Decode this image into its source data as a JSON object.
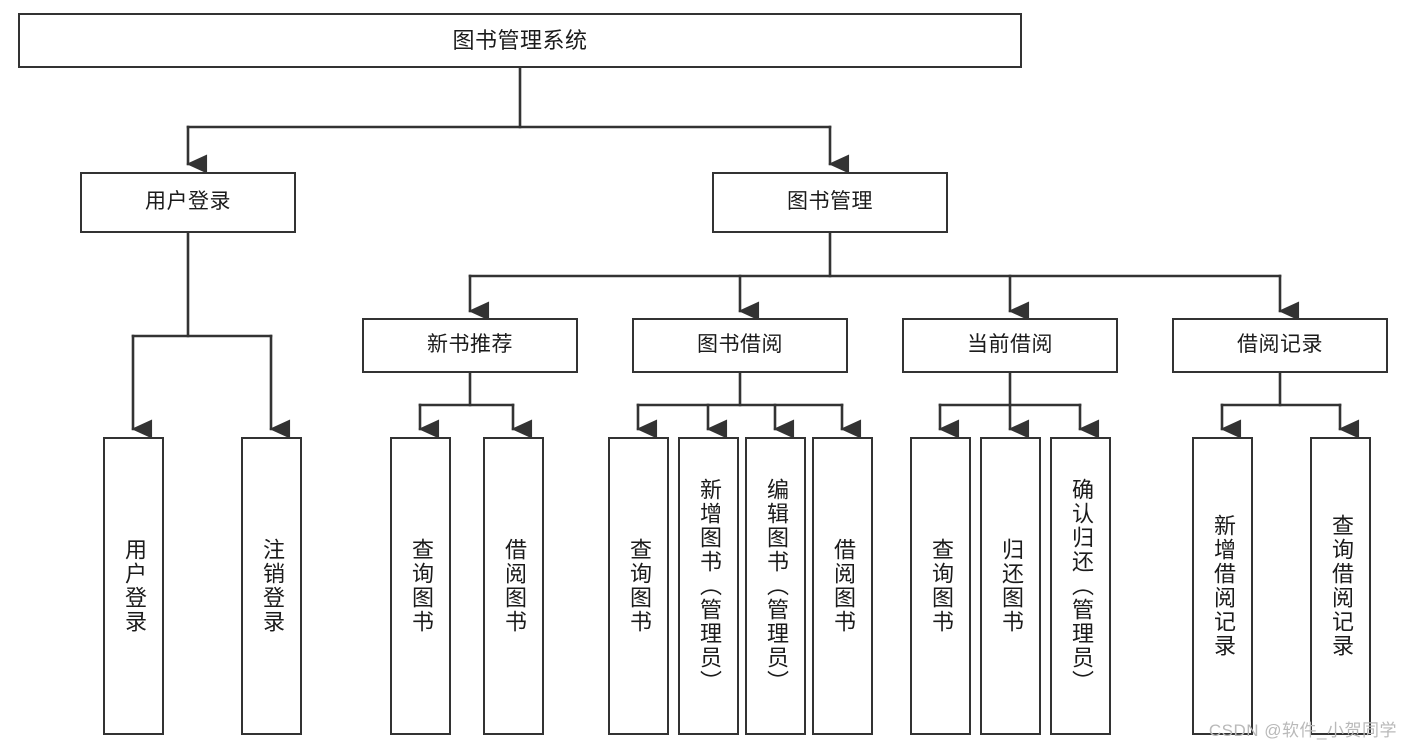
{
  "diagram": {
    "type": "tree",
    "title": "图书管理系统",
    "orientation": "top-down",
    "style": {
      "box_fill": "#ffffff",
      "box_stroke": "#333333",
      "edge_stroke": "#333333",
      "text_color": "#1b1b1b",
      "background": "#ffffff"
    },
    "root": {
      "label": "图书管理系统",
      "children": [
        {
          "label": "用户登录",
          "children": [
            {
              "label": "用户登录"
            },
            {
              "label": "注销登录"
            }
          ]
        },
        {
          "label": "图书管理",
          "children": [
            {
              "label": "新书推荐",
              "children": [
                {
                  "label": "查询图书"
                },
                {
                  "label": "借阅图书"
                }
              ]
            },
            {
              "label": "图书借阅",
              "children": [
                {
                  "label": "查询图书"
                },
                {
                  "label": "新增图书（管理员）"
                },
                {
                  "label": "编辑图书（管理员）"
                },
                {
                  "label": "借阅图书"
                }
              ]
            },
            {
              "label": "当前借阅",
              "children": [
                {
                  "label": "查询图书"
                },
                {
                  "label": "归还图书"
                },
                {
                  "label": "确认归还（管理员）"
                }
              ]
            },
            {
              "label": "借阅记录",
              "children": [
                {
                  "label": "新增借阅记录"
                },
                {
                  "label": "查询借阅记录"
                }
              ]
            }
          ]
        }
      ]
    }
  },
  "nodes": {
    "root": "图书管理系统",
    "l1": {
      "user_login": "用户登录",
      "book_manage": "图书管理"
    },
    "l2": {
      "new_book_rec": "新书推荐",
      "book_borrow": "图书借阅",
      "current_borrow": "当前借阅",
      "borrow_record": "借阅记录"
    },
    "leaves": {
      "user_login_1": "用户登录",
      "user_login_2": "注销登录",
      "new_book_1": "查询图书",
      "new_book_2": "借阅图书",
      "borrow_1": "查询图书",
      "borrow_2": "新增图书（管理员）",
      "borrow_3": "编辑图书（管理员）",
      "borrow_4": "借阅图书",
      "current_1": "查询图书",
      "current_2": "归还图书",
      "current_3": "确认归还（管理员）",
      "record_1": "新增借阅记录",
      "record_2": "查询借阅记录"
    }
  },
  "watermark": {
    "text": "CSDN @软件_小贺同学"
  }
}
